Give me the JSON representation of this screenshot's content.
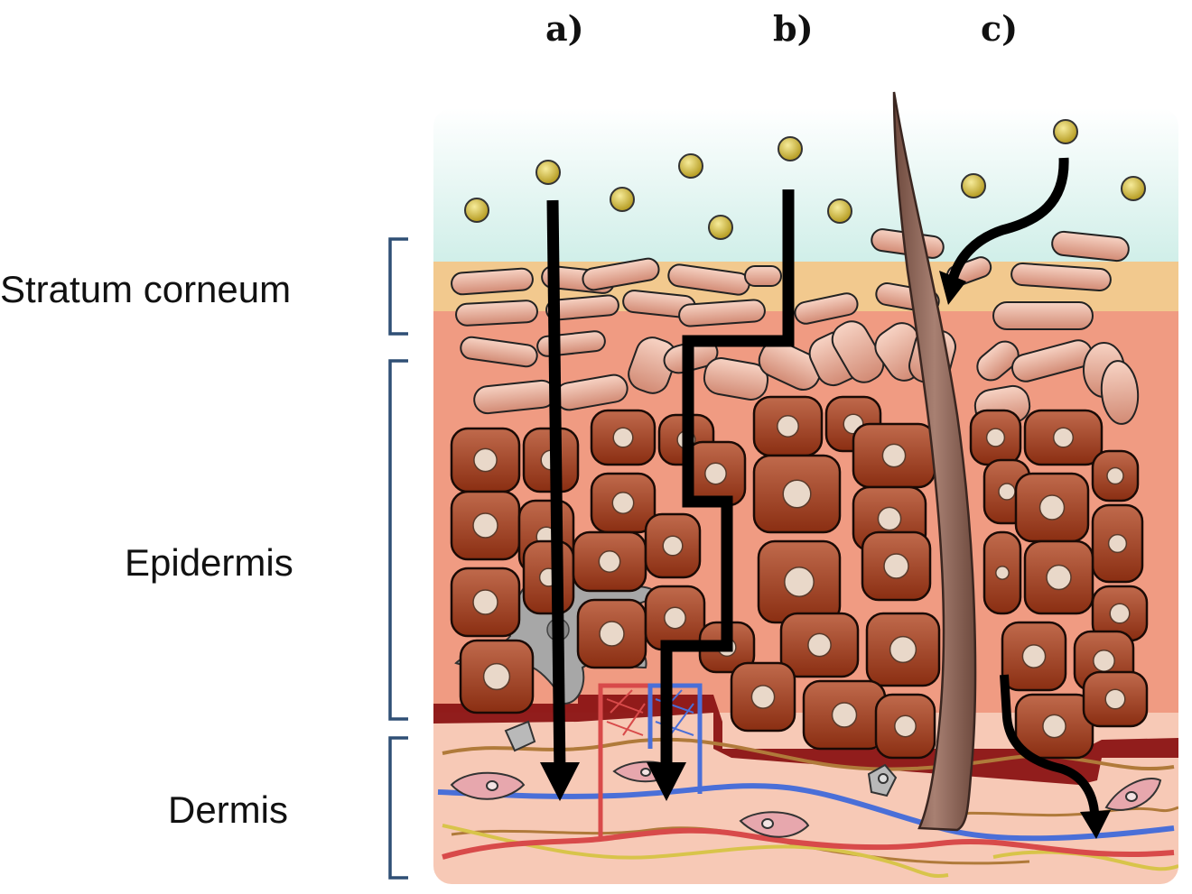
{
  "routes": {
    "a": "a)",
    "b": "b)",
    "c": "c)"
  },
  "layers": {
    "stratum_corneum": "Stratum corneum",
    "epidermis": "Epidermis",
    "dermis": "Dermis"
  },
  "colors": {
    "bracket": "#2f4f75",
    "sky": "#d9f0ec",
    "corneum_band": "#f2c98e",
    "epidermis_bg": "#f09b82",
    "dermis_bg": "#f7c9b6",
    "basal_line": "#8b1414",
    "cell_top": "#b65a3e",
    "cell_bottom": "#8a2e12",
    "nucleus": "#e9d8c9",
    "particle": "#d9c34a",
    "hair": "#8a6254",
    "vein": "#4a6fd8",
    "artery": "#d84a4a",
    "nerve": "#d8c44a",
    "fiber": "#b07a3a",
    "arrow": "#000000"
  }
}
